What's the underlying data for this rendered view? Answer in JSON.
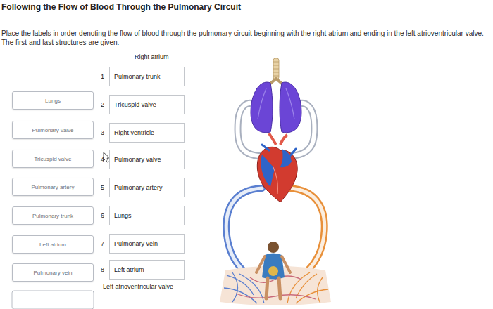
{
  "diagram": {
    "title": "Following the Flow of Blood Through the Pulmonary Circuit",
    "nodes": [
      {
        "text": [
          "Lungs"
        ]
      },
      {
        "text": [
          "Pulmonary valve"
        ]
      },
      {
        "text": [
          "Tricuspid valve"
        ]
      },
      {
        "text": [
          "Pulmonary artery"
        ]
      },
      {
        "text": [
          "Pulmonary trunk"
        ]
      },
      {
        "text": [
          "Left atrium"
        ]
      },
      {
        "text": [
          "Pulmonary vein"
        ]
      },
      {
        "text": [
          "1",
          "Pulmonary trunk"
        ]
      },
      {
        "text": [
          "2",
          "Tricuspid valve"
        ]
      },
      {
        "text": [
          "3",
          "Right ventricle"
        ]
      },
      {
        "text": [
          "4",
          "Pulmonary valve"
        ]
      },
      {
        "text": [
          "5",
          "Pulmonary artery"
        ]
      },
      {
        "text": [
          "6",
          "Lungs"
        ]
      },
      {
        "text": [
          "7",
          "Pulmonary vein"
        ]
      },
      {
        "text": [
          "8",
          "Left atrium"
        ]
      }
    ],
    "labels": [
      "Place the labels in order denoting the flow of blood through the pulmonary circuit beginning with the right atrium and ending in the left atrioventricular valve. The first and last structures are given.",
      "Right atrium",
      "Left atrioventricular valve"
    ]
  }
}
